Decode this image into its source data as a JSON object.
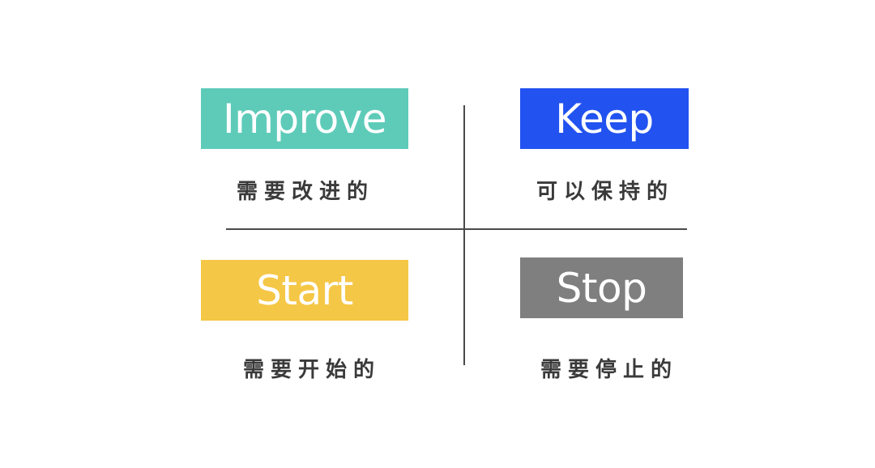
{
  "quadrants": [
    {
      "title": "Improve",
      "caption": "需要改进的",
      "color": "#5ecbb9",
      "position": "top-left"
    },
    {
      "title": "Keep",
      "caption": "可以保持的",
      "color": "#2252f0",
      "position": "top-right"
    },
    {
      "title": "Start",
      "caption": "需要开始的",
      "color": "#f5c746",
      "position": "bottom-left"
    },
    {
      "title": "Stop",
      "caption": "需要停止的",
      "color": "#7f7f7f",
      "position": "bottom-right"
    }
  ],
  "divider_color": "#4a4a4a"
}
